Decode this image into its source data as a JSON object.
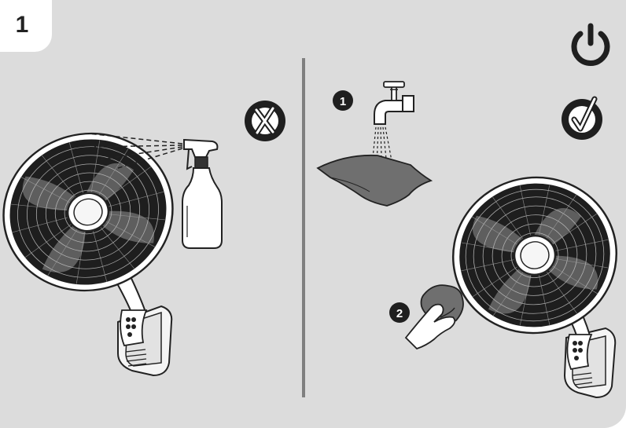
{
  "step": {
    "number": "1"
  },
  "left_panel": {
    "forbidden": "spray-bottle-cleaning"
  },
  "right_panel": {
    "allowed": "damp-cloth-cleaning",
    "sub_steps": [
      "1",
      "2"
    ]
  },
  "colors": {
    "panel_bg": "#dcdcdc",
    "ink": "#222222",
    "divider": "#7f7f7f"
  }
}
